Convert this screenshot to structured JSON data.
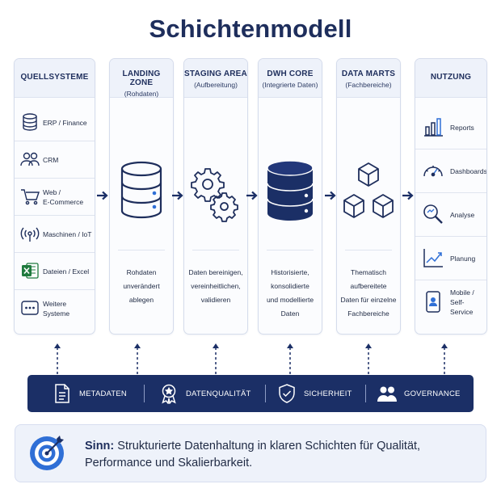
{
  "title": "Schichtenmodell",
  "columns": {
    "quellsysteme": {
      "title": "QUELLSYSTEME",
      "items": [
        {
          "label": "ERP / Finance",
          "icon": "database-icon"
        },
        {
          "label": "CRM",
          "icon": "users-icon"
        },
        {
          "label": "Web /\nE-Commerce",
          "icon": "shopping-cart-icon"
        },
        {
          "label": "Maschinen / IoT",
          "icon": "signal-icon"
        },
        {
          "label": "Dateien / Excel",
          "icon": "excel-icon"
        },
        {
          "label": "Weitere Systeme",
          "icon": "more-icon"
        }
      ]
    },
    "landing": {
      "title": "LANDING ZONE",
      "subtitle": "(Rohdaten)",
      "desc": "Rohdaten\nunverändert\nablegen",
      "icon": "database-outline-icon"
    },
    "staging": {
      "title": "STAGING AREA",
      "subtitle": "(Aufbereitung)",
      "desc": "Daten bereinigen,\nvereinheitlichen,\nvalidieren",
      "icon": "gears-icon"
    },
    "dwh": {
      "title": "DWH CORE",
      "subtitle": "(Integrierte Daten)",
      "desc": "Historisierte,\nkonsolidierte\nund modellierte\nDaten",
      "icon": "database-solid-icon"
    },
    "marts": {
      "title": "DATA MARTS",
      "subtitle": "(Fachbereiche)",
      "desc": "Thematisch\naufbereitete\nDaten für einzelne\nFachbereiche",
      "icon": "cubes-icon"
    },
    "nutzung": {
      "title": "NUTZUNG",
      "items": [
        {
          "label": "Reports",
          "icon": "bar-chart-icon"
        },
        {
          "label": "Dashboards",
          "icon": "gauge-icon"
        },
        {
          "label": "Analyse",
          "icon": "magnifier-icon"
        },
        {
          "label": "Planung",
          "icon": "line-chart-icon"
        },
        {
          "label": "Mobile /\nSelf-Service",
          "icon": "mobile-icon"
        }
      ]
    }
  },
  "band": {
    "items": [
      {
        "label": "METADATEN",
        "icon": "document-icon"
      },
      {
        "label": "DATENQUALITÄT",
        "icon": "award-icon"
      },
      {
        "label": "SICHERHEIT",
        "icon": "shield-check-icon"
      },
      {
        "label": "GOVERNANCE",
        "icon": "people-icon"
      }
    ]
  },
  "sinn": {
    "label": "Sinn:",
    "text": " Strukturierte Datenhaltung in klaren Schichten für Qualität, Performance und Skalierbarkeit.",
    "icon": "target-icon"
  },
  "colors": {
    "navy": "#1b2f66",
    "blue": "#2f6fd6",
    "header_bg": "#eef2fa",
    "excel_green": "#1f7a3d"
  }
}
